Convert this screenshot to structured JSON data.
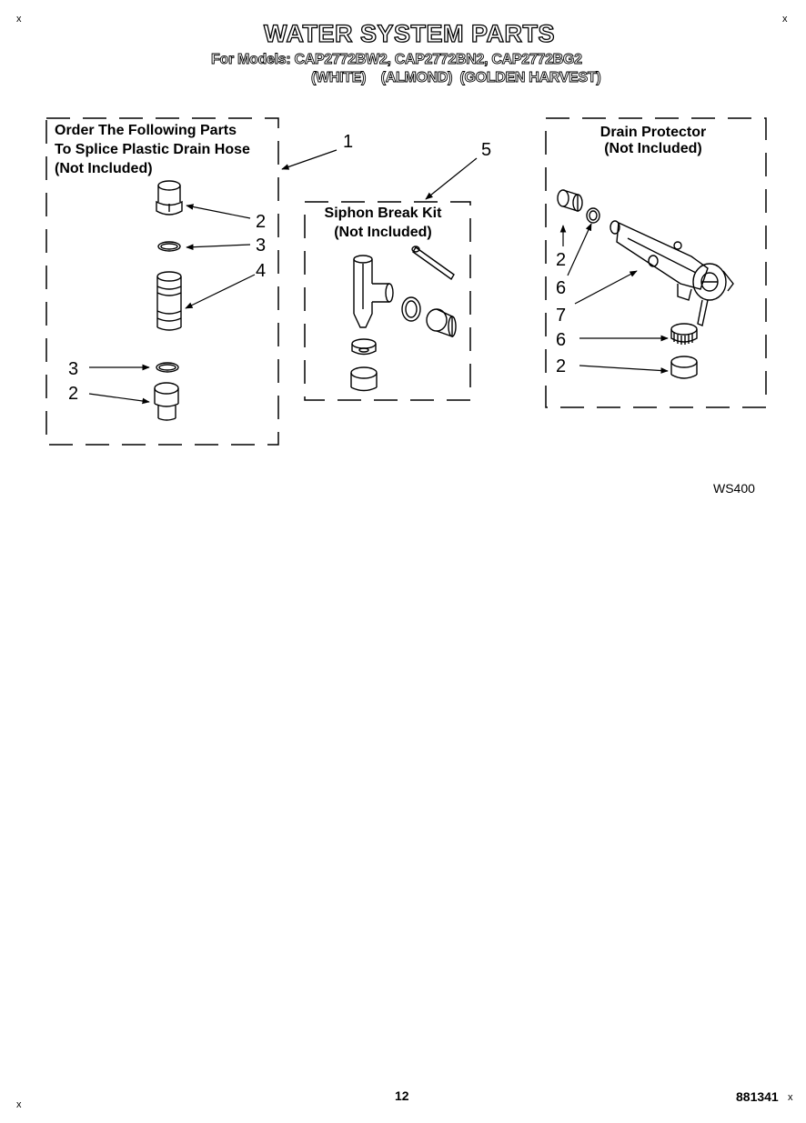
{
  "header": {
    "title": "WATER SYSTEM PARTS",
    "models_line": "For Models: CAP2772BW2, CAP2772BN2, CAP2772BG2",
    "colors_line": "(WHITE)    (ALMOND)  (GOLDEN HARVEST)"
  },
  "splice_box": {
    "label_line1": "Order The Following Parts",
    "label_line2": "To Splice Plastic Drain Hose",
    "label_line3": "(Not Included)"
  },
  "siphon_box": {
    "label_line1": "Siphon Break Kit",
    "label_line2": "(Not Included)"
  },
  "drain_box": {
    "label_line1": "Drain Protector",
    "label_line2": "(Not Included)"
  },
  "callouts": {
    "c1": "1",
    "c2a": "2",
    "c3a": "3",
    "c4": "4",
    "c3b": "3",
    "c2b": "2",
    "c5": "5",
    "d2a": "2",
    "d6a": "6",
    "d7": "7",
    "d6b": "6",
    "d2b": "2"
  },
  "diagram_code": "WS400",
  "footer": {
    "page_number": "12",
    "doc_number": "881341",
    "corner_mark": "x"
  },
  "colors": {
    "ink": "#000000",
    "paper": "#ffffff"
  }
}
